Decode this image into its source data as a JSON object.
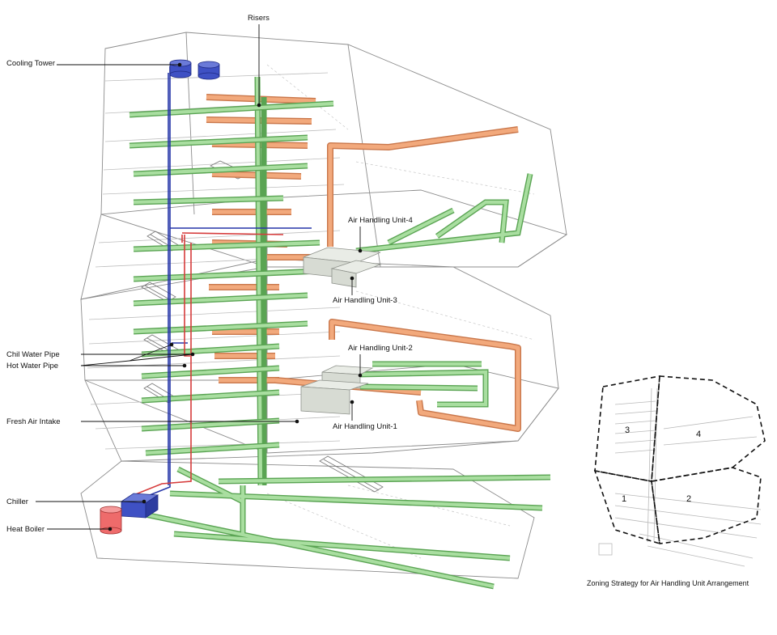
{
  "labels": {
    "risers": "Risers",
    "cooling_tower": "Cooling Tower",
    "ahu4": "Air Handling Unit-4",
    "ahu3": "Air Handling Unit-3",
    "ahu2": "Air Handling Unit-2",
    "ahu1": "Air Handling Unit-1",
    "chil_water_pipe": "Chil Water Pipe",
    "hot_water_pipe": "Hot Water Pipe",
    "fresh_air_intake": "Fresh Air Intake",
    "chiller": "Chiller",
    "heat_boiler": "Heat Boiler"
  },
  "zoning": {
    "caption": "Zoning Strategy for Air Handling Unit Arrangement",
    "zones": [
      "3",
      "4",
      "1",
      "2"
    ]
  },
  "colors": {
    "supply_duct": "#a9dea0",
    "return_duct": "#f2a97c",
    "chilled_water": "#2535a8",
    "hot_water": "#d63b3b",
    "cooling_tower": "#3f51c4",
    "boiler": "#ee6b6b"
  }
}
